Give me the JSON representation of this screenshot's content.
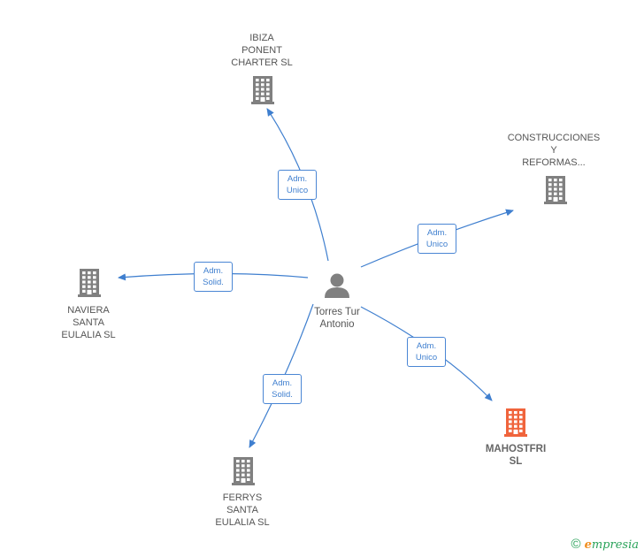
{
  "colors": {
    "edge": "#3f7fcf",
    "company": "#808080",
    "highlight": "#f0643c",
    "person": "#808080"
  },
  "person": {
    "icon": "person-icon",
    "label": [
      "Torres Tur",
      "Antonio"
    ]
  },
  "nodes": [
    {
      "id": "ibiza",
      "icon": "building-icon",
      "label": [
        "IBIZA",
        "PONENT",
        "CHARTER SL"
      ],
      "highlight": false
    },
    {
      "id": "construcciones",
      "icon": "building-icon",
      "label": [
        "CONSTRUCCIONES",
        "Y",
        "REFORMAS..."
      ],
      "highlight": false
    },
    {
      "id": "naviera",
      "icon": "building-icon",
      "label": [
        "NAVIERA",
        "SANTA",
        "EULALIA  SL"
      ],
      "highlight": false
    },
    {
      "id": "ferrys",
      "icon": "building-icon",
      "label": [
        "FERRYS",
        "SANTA",
        "EULALIA SL"
      ],
      "highlight": false
    },
    {
      "id": "mahostfri",
      "icon": "building-icon",
      "label": [
        "MAHOSTFRI",
        "SL"
      ],
      "highlight": true
    }
  ],
  "edges": [
    {
      "to": "ibiza",
      "label": [
        "Adm.",
        "Unico"
      ]
    },
    {
      "to": "construcciones",
      "label": [
        "Adm.",
        "Unico"
      ]
    },
    {
      "to": "naviera",
      "label": [
        "Adm.",
        "Solid."
      ]
    },
    {
      "to": "ferrys",
      "label": [
        "Adm.",
        "Solid."
      ]
    },
    {
      "to": "mahostfri",
      "label": [
        "Adm.",
        "Unico"
      ]
    }
  ],
  "footer": {
    "copyright_symbol": "©",
    "brand_initial": "e",
    "brand_rest": "mpresia"
  }
}
